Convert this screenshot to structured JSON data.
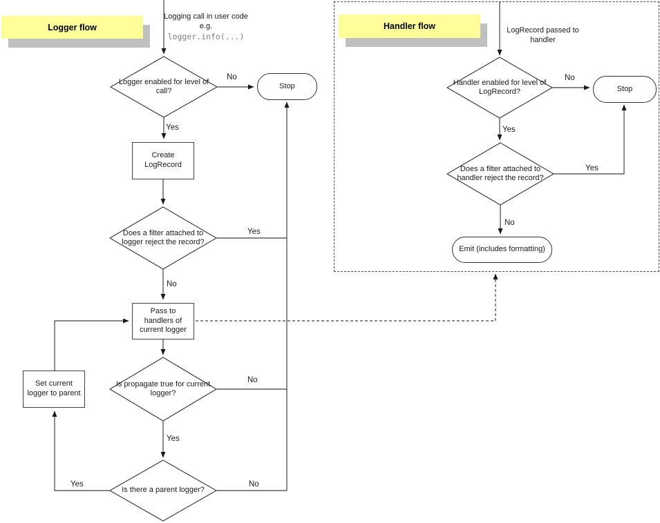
{
  "colors": {
    "banner_background": "#ffff99",
    "banner_shadow": "#c0c0c0",
    "line": "#3f3f3f",
    "code_text": "#808080"
  },
  "logger_flow": {
    "banner": "Logger flow",
    "entry_note": {
      "line1": "Logging call in user code",
      "line2": "e.g.",
      "code": "logger.info(...)"
    },
    "nodes": {
      "enabled_check": "Logger enabled for level of call?",
      "stop": "Stop",
      "create_record": "Create LogRecord",
      "filter_check": "Does a filter attached to logger reject the record?",
      "pass_handlers": "Pass to handlers of current logger",
      "propagate_check": "Is propagate true for current logger?",
      "set_parent": "Set current logger to parent",
      "parent_check": "Is there a parent logger?"
    },
    "edge_labels": {
      "enabled_no": "No",
      "enabled_yes": "Yes",
      "filter_yes": "Yes",
      "filter_no": "No",
      "propagate_no": "No",
      "propagate_yes": "Yes",
      "parent_yes": "Yes",
      "parent_no": "No"
    }
  },
  "handler_flow": {
    "banner": "Handler flow",
    "entry_note": "LogRecord passed to handler",
    "nodes": {
      "enabled_check": "Handler enabled for level of LogRecord?",
      "stop": "Stop",
      "filter_check": "Does a filter attached to handler reject the record?",
      "emit": "Emit (includes formatting)"
    },
    "edge_labels": {
      "enabled_no": "No",
      "enabled_yes": "Yes",
      "filter_yes": "Yes",
      "filter_no": "No"
    }
  }
}
